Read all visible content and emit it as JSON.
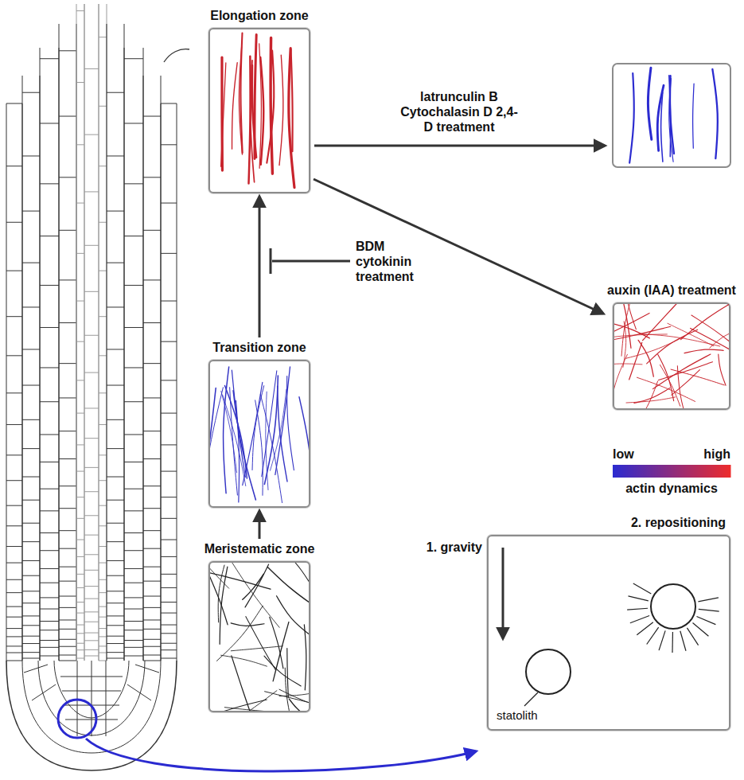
{
  "diagram": {
    "nodes": [
      {
        "text": [
          "Elongation zone"
        ]
      },
      {
        "text": [
          "Transition zone"
        ]
      },
      {
        "text": [
          "Meristematic zone"
        ]
      },
      {
        "text": [
          "auxin (IAA) treatment"
        ]
      },
      {
        "text": [
          "2. repositioning",
          "statolith"
        ]
      }
    ],
    "edges": [
      {
        "from": 2,
        "to": 1,
        "arrow": "to"
      },
      {
        "from": 1,
        "to": 0,
        "arrow": "to"
      },
      {
        "from": 0,
        "to": 3,
        "arrow": "to"
      }
    ],
    "labels": [
      "latrunculin B Cytochalasin D 2,4-D treatment",
      "BDM cytokinin treatment",
      "1. gravity",
      "actin dynamics"
    ],
    "legend": [
      {
        "text": "low",
        "color": "#2b2bd0"
      },
      {
        "text": "high",
        "color": "#ee2c2c"
      }
    ]
  }
}
